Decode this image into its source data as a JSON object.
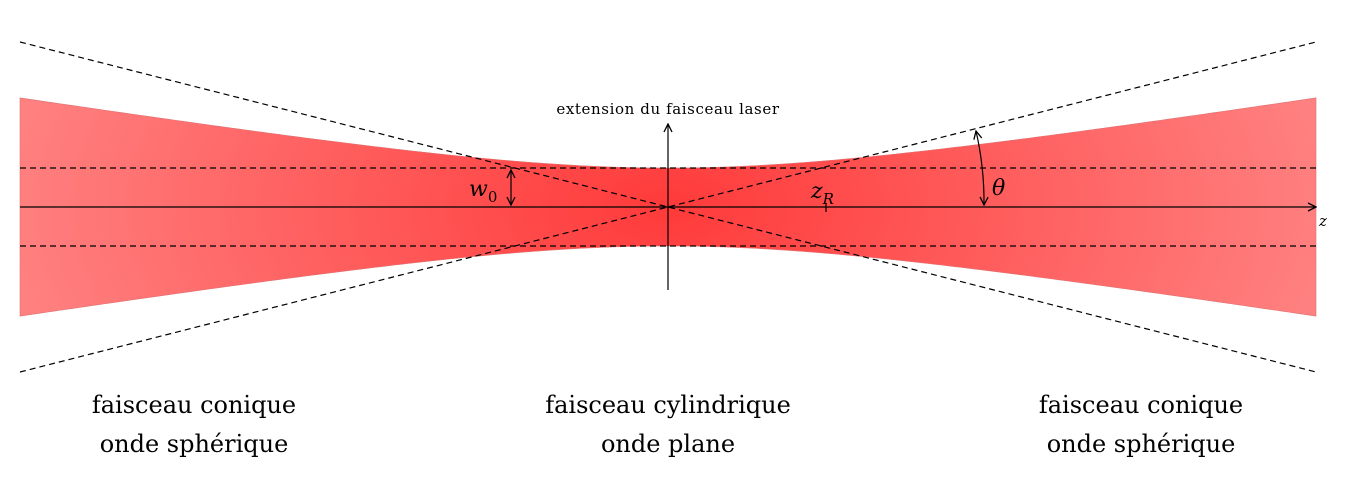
{
  "axis": {
    "z_label": "z",
    "vertical_label": "extension du faisceau laser"
  },
  "symbols": {
    "waist": {
      "base": "w",
      "sub": "0"
    },
    "rayleigh": {
      "base": "z",
      "sub": "R"
    },
    "angle": "θ"
  },
  "captions": {
    "left": {
      "line1": "faisceau conique",
      "line2": "onde sphérique"
    },
    "center": {
      "line1": "faisceau cylindrique",
      "line2": "onde plane"
    },
    "right": {
      "line1": "faisceau conique",
      "line2": "onde sphérique"
    }
  },
  "colors": {
    "beam_center": "#ff3a3a",
    "beam_edge": "#ff8080",
    "lines": "#000000"
  }
}
